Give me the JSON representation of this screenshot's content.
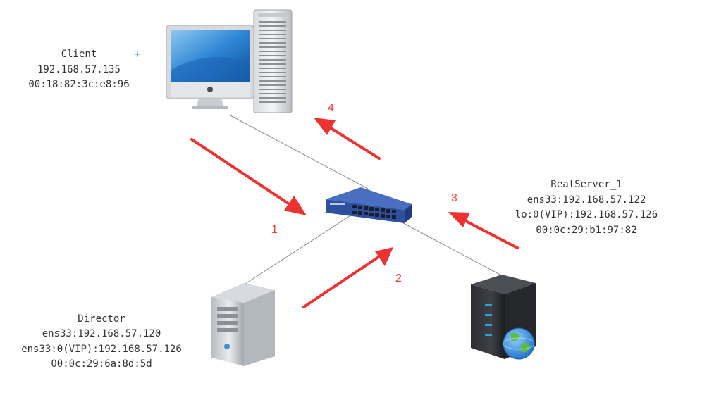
{
  "client": {
    "name": "Client",
    "ip": "192.168.57.135",
    "mac": "00:18:82:3c:e8:96"
  },
  "director": {
    "name": "Director",
    "ens33": "ens33:192.168.57.120",
    "vip": "ens33:0(VIP):192.168.57.126",
    "mac": "00:0c:29:6a:8d:5d"
  },
  "realserver": {
    "name": "RealServer_1",
    "ens33": "ens33:192.168.57.122",
    "vip": "lo:0(VIP):192.168.57.126",
    "mac": "00:0c:29:b1:97:82"
  },
  "steps": [
    "1",
    "2",
    "3",
    "4"
  ],
  "plus_marker": "+",
  "colors": {
    "arrow": "#ee3131",
    "step_number": "#ff3b30",
    "link_line": "#8a8a8a",
    "switch_body": "#2f4f9f"
  },
  "icons": {
    "client": "desktop-computer-icon",
    "switch": "network-switch-icon",
    "director": "server-tower-icon",
    "realserver": "web-server-icon"
  }
}
